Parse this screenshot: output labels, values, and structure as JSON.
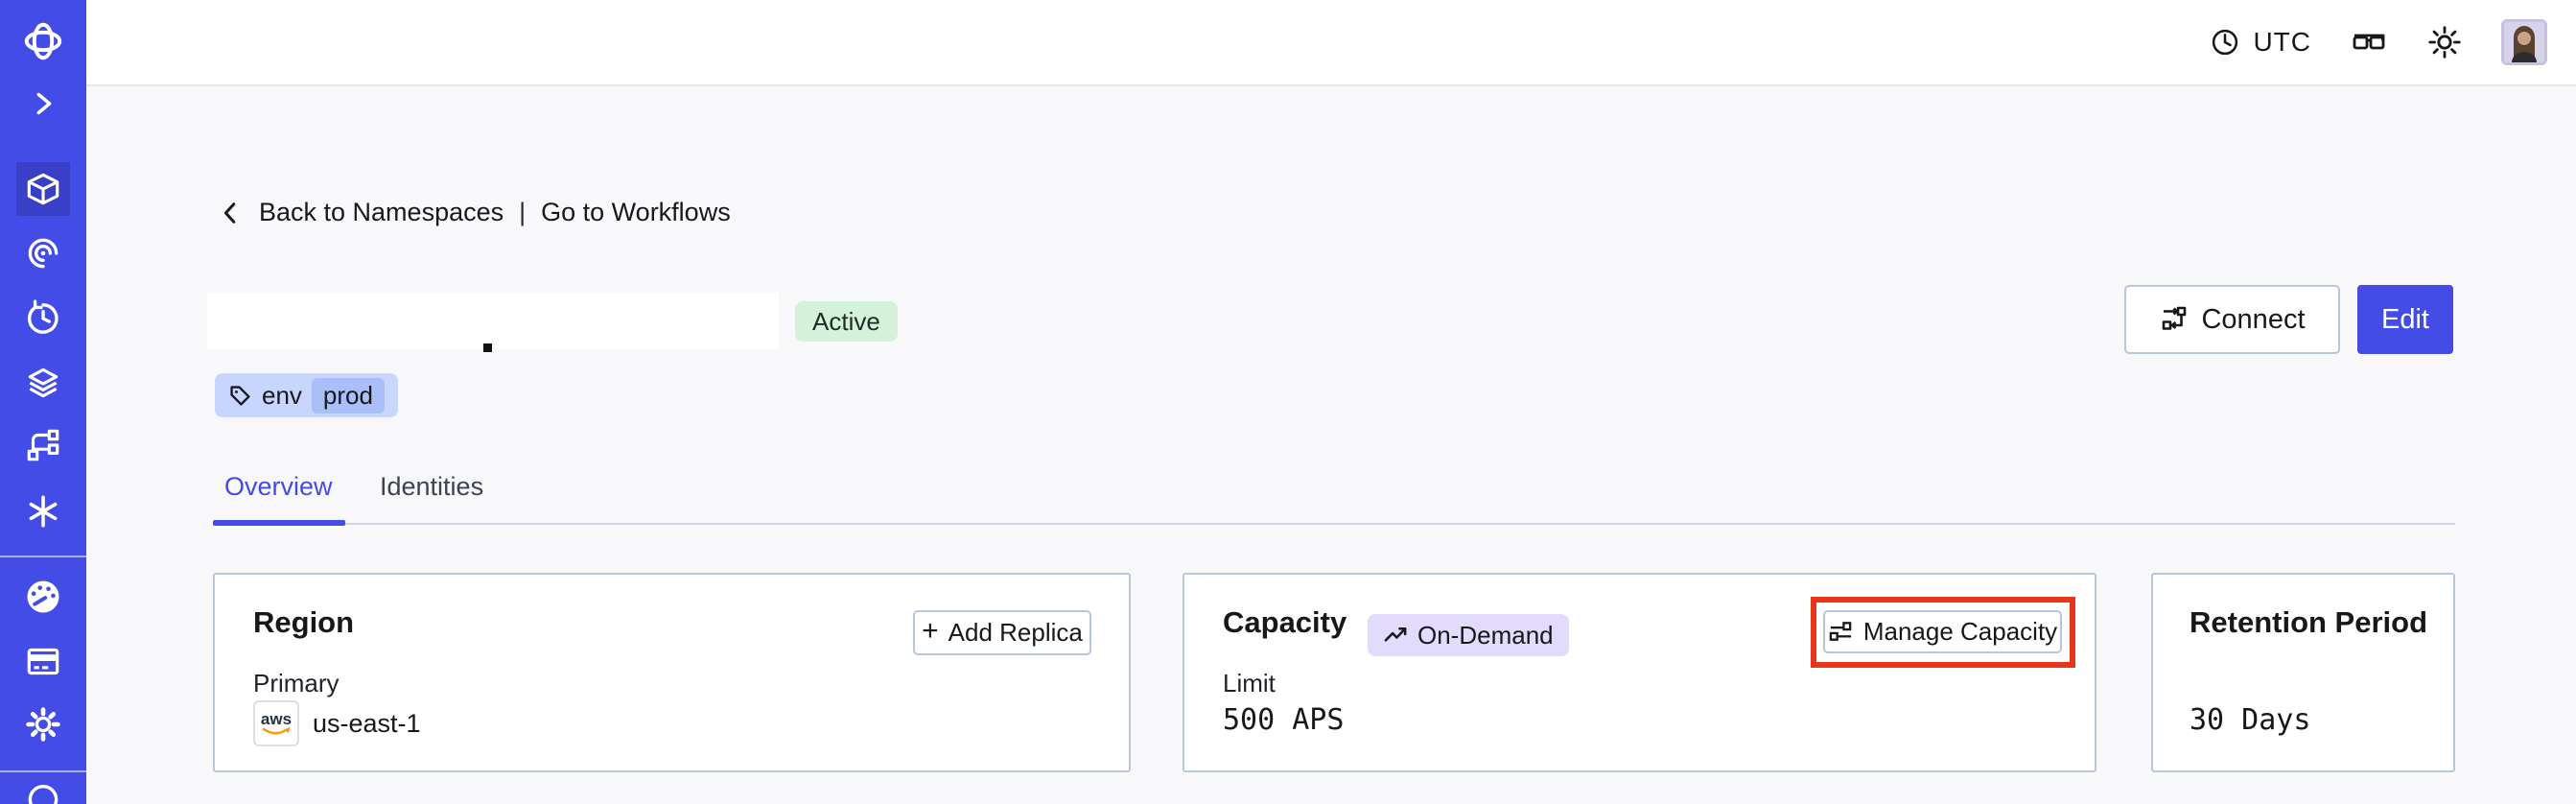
{
  "header": {
    "timezone": "UTC",
    "icons": [
      "clock-icon",
      "glasses-icon",
      "sun-icon",
      "user-avatar"
    ]
  },
  "sidebar": {
    "icons": [
      "temporal-logo-icon",
      "expand-chevron-icon",
      "namespaces-icon",
      "nexus-icon",
      "schedules-history-icon",
      "stack-layers-icon",
      "workflow-branch-icon",
      "asterisk-icon",
      "usage-gauge-icon",
      "billing-card-icon",
      "settings-gear-icon",
      "help-circle-icon"
    ],
    "active_item": "namespaces-icon"
  },
  "breadcrumb": {
    "back_label": "Back to Namespaces",
    "separator": "|",
    "forward_label": "Go to Workflows"
  },
  "namespace": {
    "status_badge": "Active",
    "tag_key": "env",
    "tag_value": "prod"
  },
  "actions": {
    "connect_label": "Connect",
    "edit_label": "Edit"
  },
  "tabs": [
    {
      "label": "Overview",
      "active": true
    },
    {
      "label": "Identities",
      "active": false
    }
  ],
  "cards": {
    "region": {
      "title": "Region",
      "plus": "+",
      "add_replica_label": "Add Replica",
      "primary_label": "Primary",
      "provider": "aws",
      "value": "us-east-1"
    },
    "capacity": {
      "title": "Capacity",
      "badge": "On-Demand",
      "manage_label": "Manage Capacity",
      "limit_label": "Limit",
      "value": "500 APS"
    },
    "retention": {
      "title": "Retention Period",
      "value": "30 Days"
    }
  },
  "colors": {
    "accent_indigo": "#444ce7",
    "annotation_red": "#e8361c",
    "active_badge_bg": "#d4f2d9",
    "tag_bg": "#c6d6fd",
    "tag_chip_bg": "#aabff9",
    "ondemand_bg": "#e2dbfc",
    "aws_orange": "#ff9900",
    "page_bg": "#f8f8fa"
  }
}
